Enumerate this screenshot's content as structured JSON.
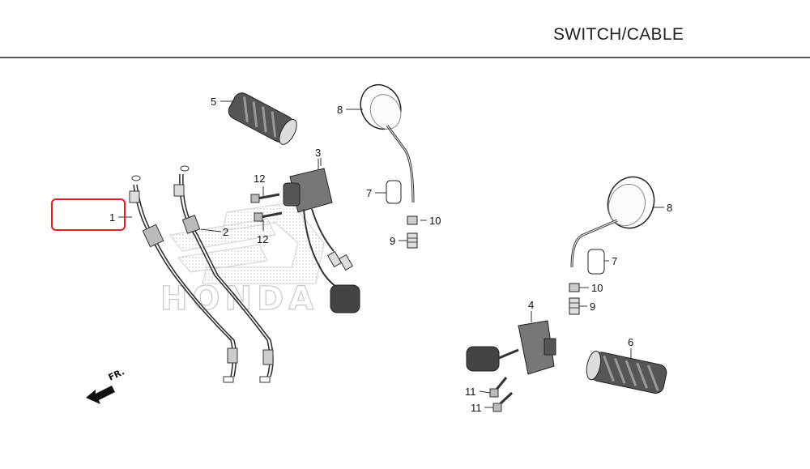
{
  "header": {
    "title": "SWITCH/CABLE"
  },
  "watermark": {
    "brand": "HONDA"
  },
  "direction_marker": {
    "label": "FR."
  },
  "callouts": {
    "c1": "1",
    "c2": "2",
    "c3": "3",
    "c4": "4",
    "c5": "5",
    "c6": "6",
    "c7a": "7",
    "c7b": "7",
    "c8a": "8",
    "c8b": "8",
    "c9a": "9",
    "c9b": "9",
    "c10a": "10",
    "c10b": "10",
    "c11a": "11",
    "c11b": "11",
    "c12a": "12",
    "c12b": "12"
  },
  "highlight": {
    "part": "1",
    "color": "#e02020"
  }
}
